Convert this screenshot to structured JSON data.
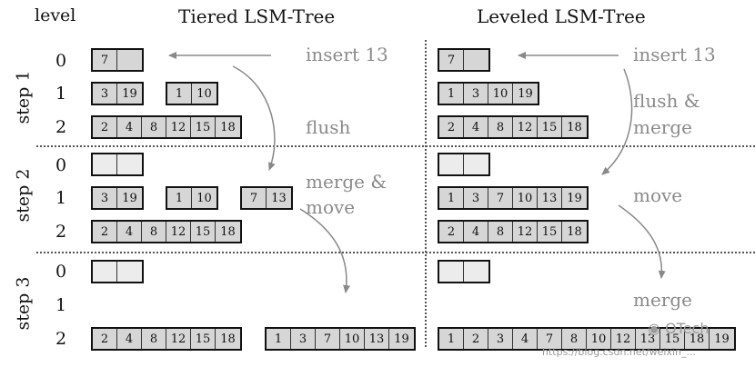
{
  "headers": {
    "level": "level",
    "tiered": "Tiered LSM-Tree",
    "leveled": "Leveled LSM-Tree"
  },
  "steps": [
    "step 1",
    "step 2",
    "step 3"
  ],
  "level_labels": [
    "0",
    "1",
    "2"
  ],
  "tiered": {
    "step1": {
      "l0": [
        [
          "7",
          ""
        ]
      ],
      "l1": [
        [
          "3",
          "19"
        ],
        [
          "1",
          "10"
        ]
      ],
      "l2": [
        [
          "2",
          "4",
          "8",
          "12",
          "15",
          "18"
        ]
      ]
    },
    "step2": {
      "l0": [
        [
          "",
          ""
        ]
      ],
      "l1": [
        [
          "3",
          "19"
        ],
        [
          "1",
          "10"
        ],
        [
          "7",
          "13"
        ]
      ],
      "l2": [
        [
          "2",
          "4",
          "8",
          "12",
          "15",
          "18"
        ]
      ]
    },
    "step3": {
      "l0": [
        [
          "",
          ""
        ]
      ],
      "l1": [],
      "l2": [
        [
          "2",
          "4",
          "8",
          "12",
          "15",
          "18"
        ],
        [
          "1",
          "3",
          "7",
          "10",
          "13",
          "19"
        ]
      ]
    }
  },
  "leveled": {
    "step1": {
      "l0": [
        [
          "7",
          ""
        ]
      ],
      "l1": [
        [
          "1",
          "3",
          "10",
          "19"
        ]
      ],
      "l2": [
        [
          "2",
          "4",
          "8",
          "12",
          "15",
          "18"
        ]
      ]
    },
    "step2": {
      "l0": [
        [
          "",
          ""
        ]
      ],
      "l1": [
        [
          "1",
          "3",
          "7",
          "10",
          "13",
          "19"
        ]
      ],
      "l2": [
        [
          "2",
          "4",
          "8",
          "12",
          "15",
          "18"
        ]
      ]
    },
    "step3": {
      "l0": [
        [
          "",
          ""
        ]
      ],
      "l1": [],
      "l2": [
        [
          "1",
          "2",
          "3",
          "4",
          "7",
          "8",
          "10",
          "12",
          "13",
          "15",
          "18",
          "19"
        ]
      ]
    }
  },
  "notes": {
    "tiered_insert": "insert 13",
    "tiered_flush": "flush",
    "tiered_merge_move_1": "merge &",
    "tiered_merge_move_2": "move",
    "leveled_insert": "insert 13",
    "leveled_flush_merge_1": "flush &",
    "leveled_flush_merge_2": "merge",
    "leveled_move": "move",
    "leveled_merge": "merge"
  },
  "watermark": {
    "brand": "OTech",
    "url": "https://blog.csdn.net/weixin_..."
  }
}
